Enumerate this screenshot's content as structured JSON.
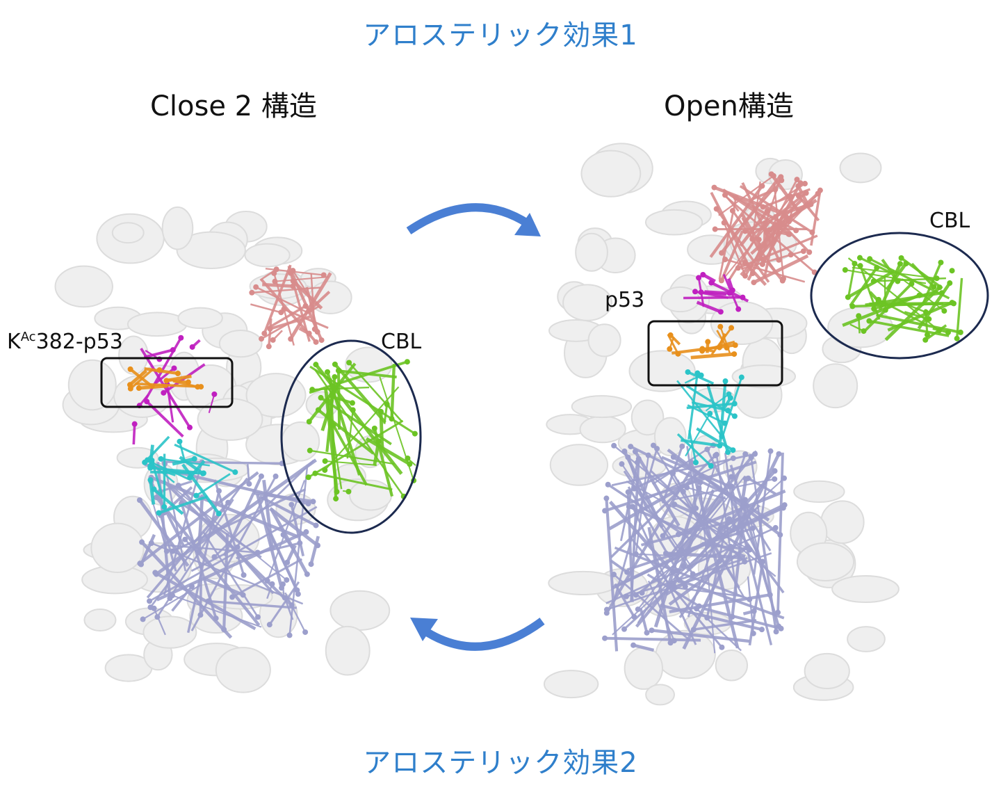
{
  "titles": {
    "top": "アロステリック効果1",
    "bottom": "アロステリック効果2"
  },
  "structures": {
    "left": {
      "title": "Close 2 構造",
      "ligand_label_main": "K",
      "ligand_label_sup": "Ac",
      "ligand_label_rest": "382-p53",
      "region_label": "CBL"
    },
    "right": {
      "title": "Open構造",
      "ligand_label": "p53",
      "region_label": "CBL"
    }
  },
  "colors": {
    "title": "#2f7fcb",
    "arrow": "#4a7fd4",
    "ellipse": "#1c2a4f",
    "cluster_pink": "#d88c8c",
    "cluster_green": "#6cc424",
    "cluster_lavender": "#9c9fcc",
    "cluster_cyan": "#2bc4c8",
    "cluster_magenta": "#c020c0",
    "ligand": "#e8901c"
  }
}
